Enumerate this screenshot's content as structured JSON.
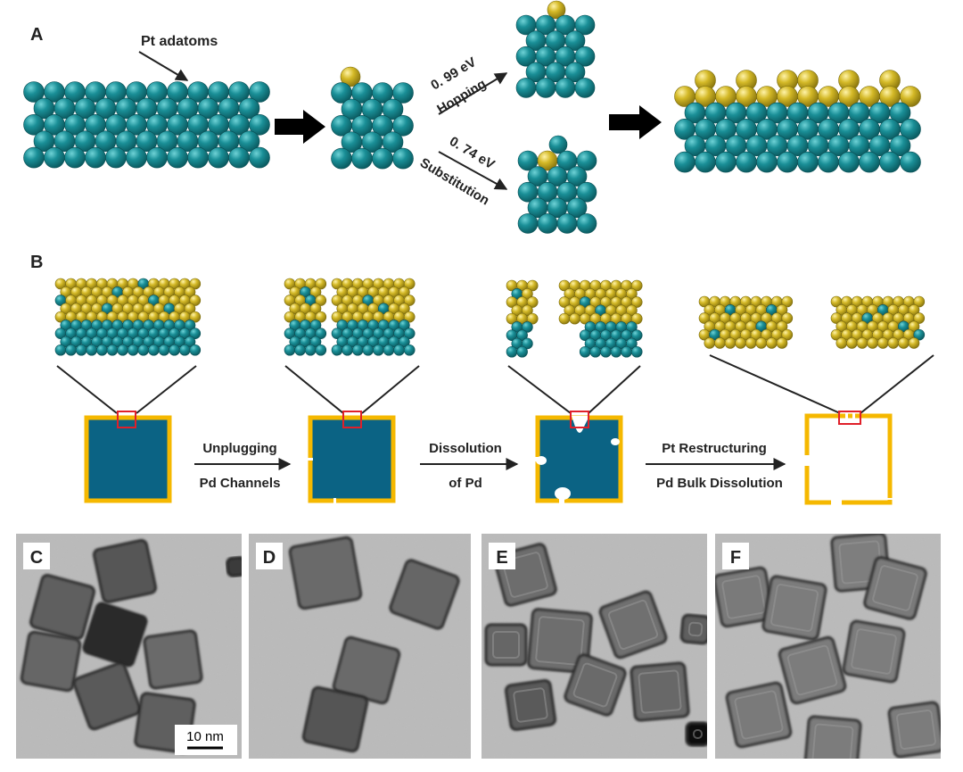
{
  "panels": {
    "A": "A",
    "B": "B",
    "C": "C",
    "D": "D",
    "E": "E",
    "F": "F"
  },
  "panel_a": {
    "adatom_label": "Pt adatoms",
    "hopping_energy": "0. 99 eV",
    "hopping_label": "Hopping",
    "substitution_energy": "0. 74 eV",
    "substitution_label": "Substitution"
  },
  "panel_b": {
    "step1_line1": "Unplugging",
    "step1_line2": "Pd Channels",
    "step2_line1": "Dissolution",
    "step2_line2": "of Pd",
    "step3_line1": "Pt Restructuring",
    "step3_line2": "Pd Bulk Dissolution"
  },
  "micrographs": {
    "scale_bar": "10 nm"
  },
  "colors": {
    "pd_atom": "#1a8f97",
    "pt_atom": "#d4b927",
    "cube_fill": "#0b6384",
    "cube_shell": "#f5b800",
    "zoom_box": "#e0202a"
  }
}
